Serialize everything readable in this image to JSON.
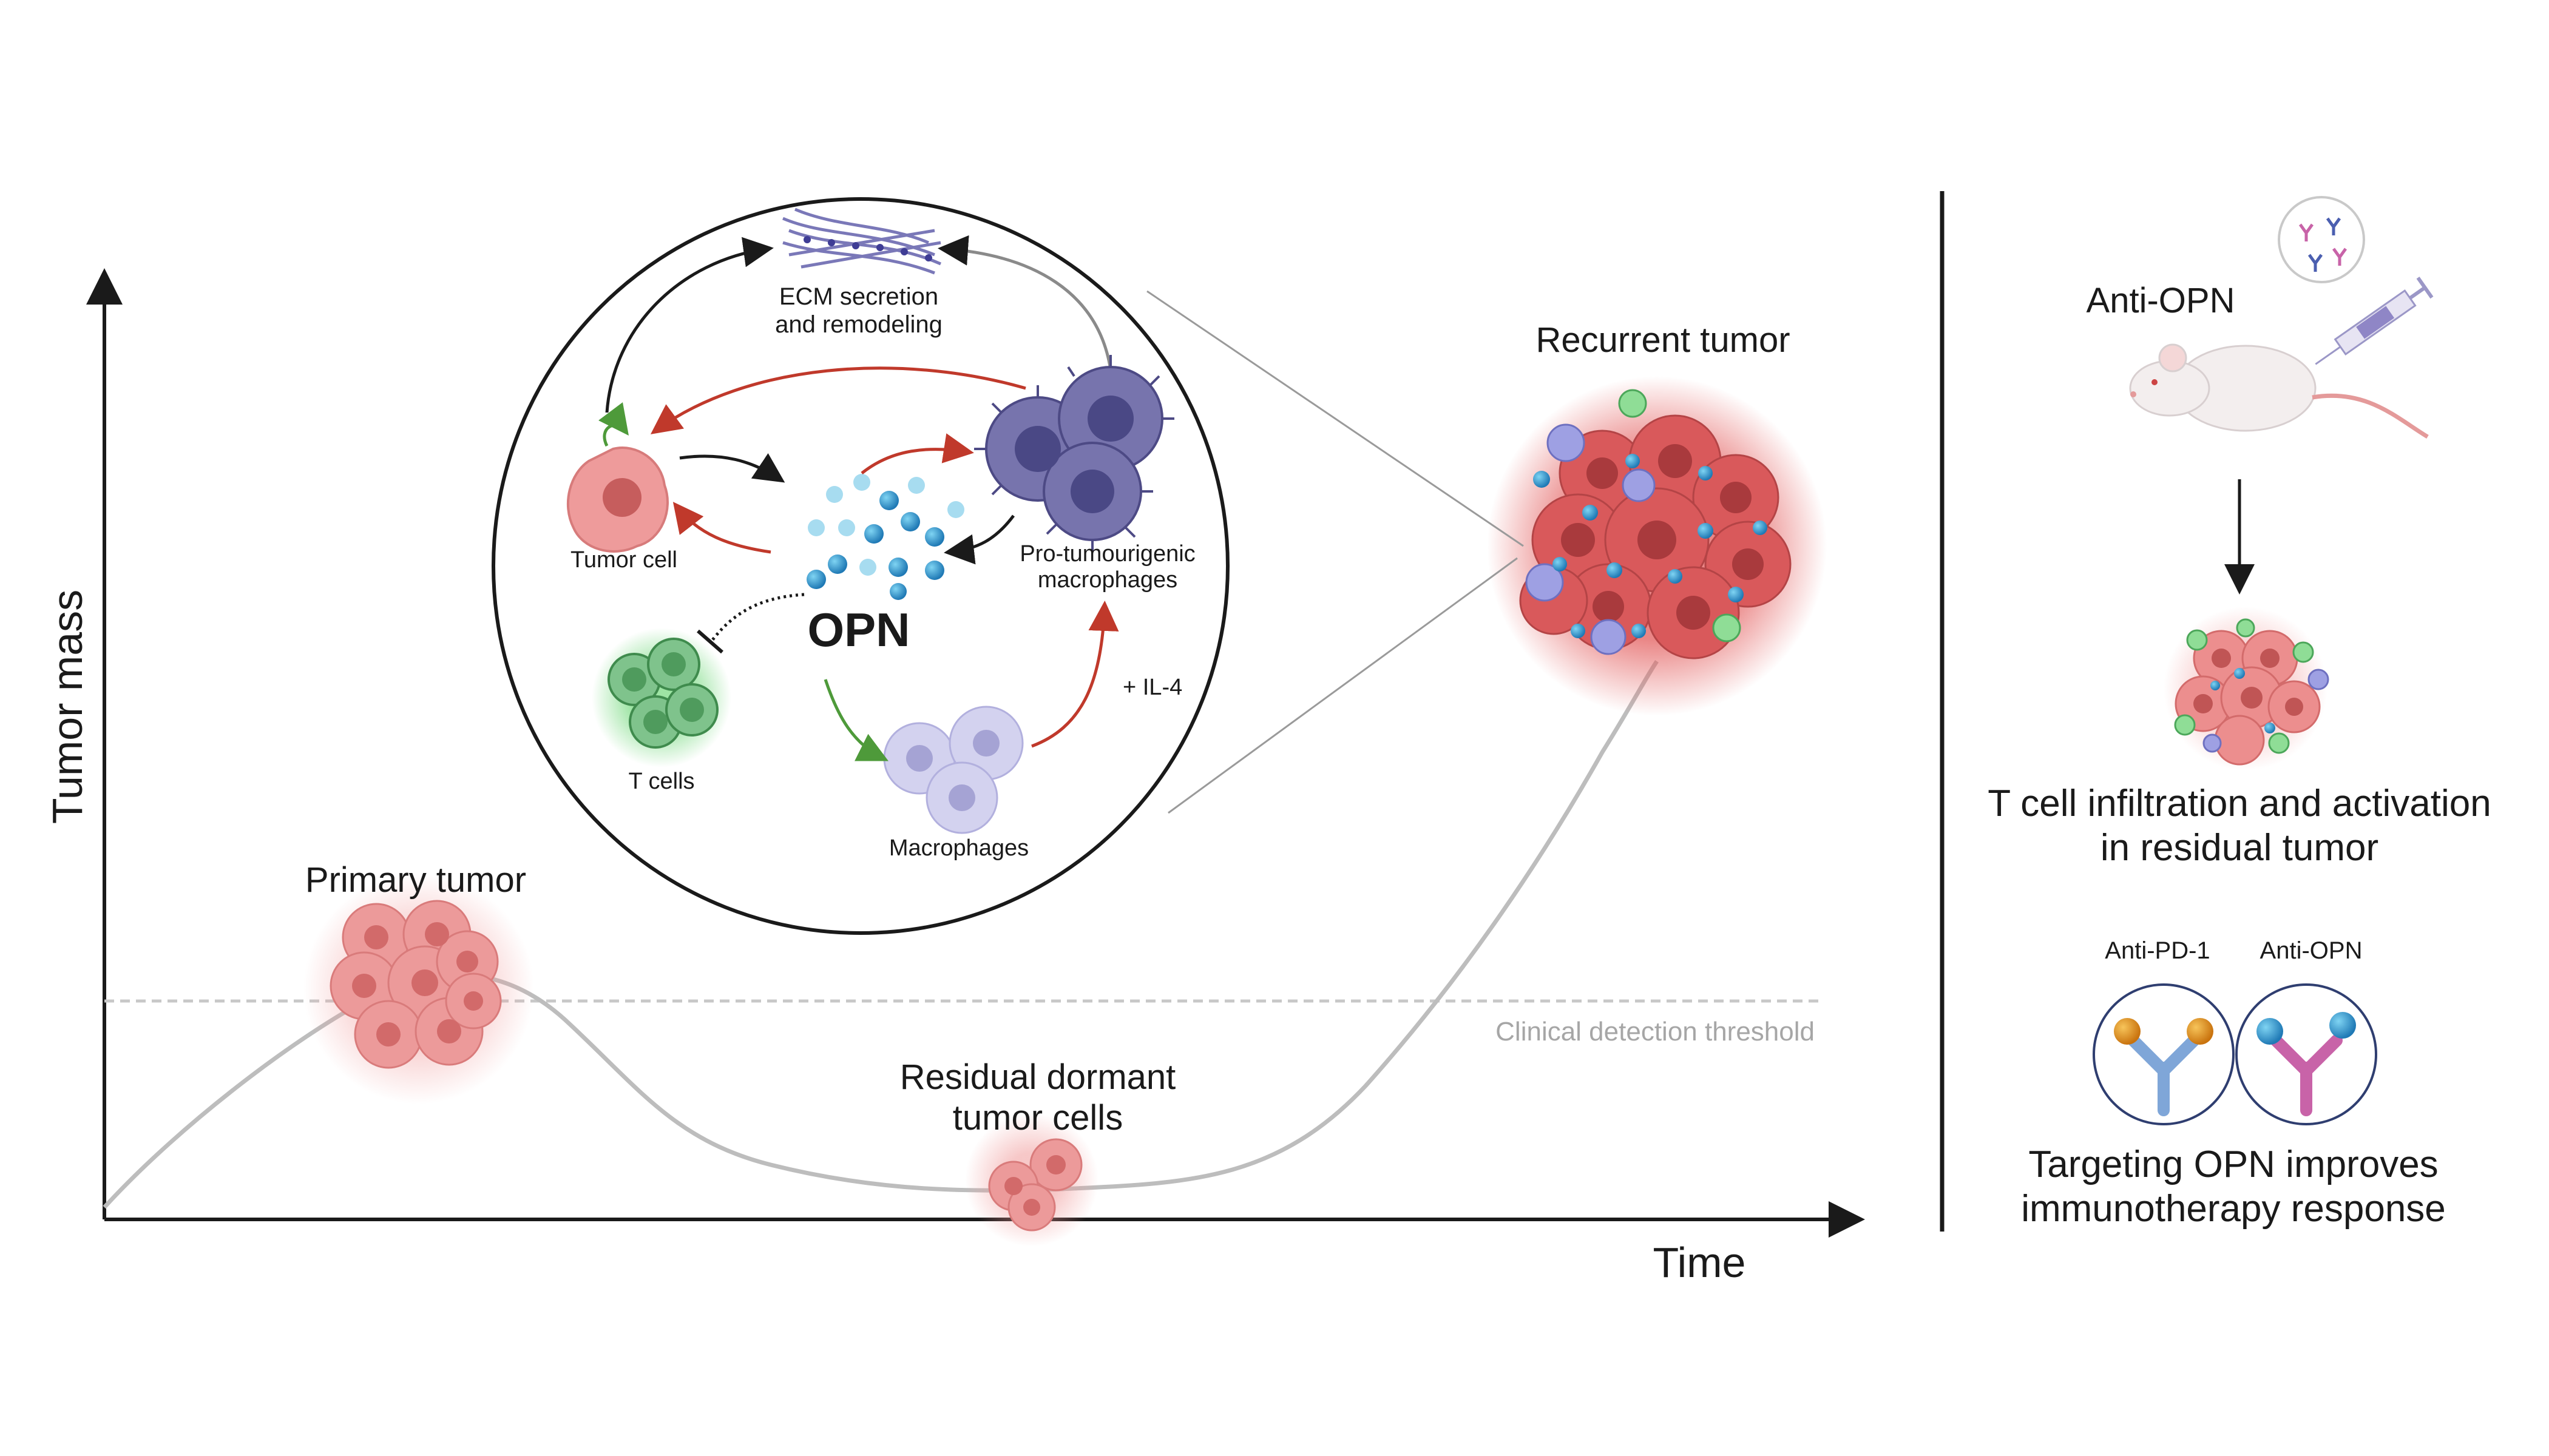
{
  "axes": {
    "y_label": "Tumor mass",
    "x_label": "Time"
  },
  "curve": {
    "threshold_label": "Clinical detection threshold"
  },
  "stages": {
    "primary": "Primary tumor",
    "residual_line1": "Residual dormant",
    "residual_line2": "tumor cells",
    "recurrent": "Recurrent tumor"
  },
  "inset": {
    "ecm_line1": "ECM secretion",
    "ecm_line2": "and remodeling",
    "tumor_cell": "Tumor cell",
    "opn": "OPN",
    "pro_line1": "Pro-tumourigenic",
    "pro_line2": "macrophages",
    "t_cells": "T cells",
    "macrophages": "Macrophages",
    "il4": "+ IL-4"
  },
  "therapy": {
    "anti_opn_mouse": "Anti-OPN",
    "infiltration_line1": "T cell infiltration and activation",
    "infiltration_line2": "in residual tumor",
    "antibody1": "Anti-PD-1",
    "antibody2": "Anti-OPN",
    "conclusion_line1": "Targeting OPN improves",
    "conclusion_line2": "immunotherapy response"
  },
  "colors": {
    "tumor": "#e36b6b",
    "macrophage": "#6b6a9c",
    "t_cell": "#7fc38c",
    "opn": "#2a8ec9",
    "red_arrow": "#c0392b",
    "green_arrow": "#4e9a3a",
    "pd1_antibody": "#7fa6d8",
    "opn_antibody": "#c863a8"
  }
}
